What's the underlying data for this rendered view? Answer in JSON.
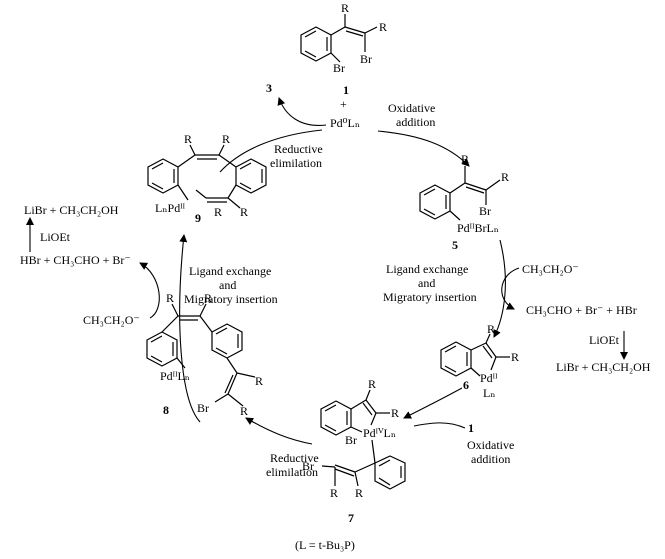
{
  "compounds": {
    "c1": {
      "number": "1",
      "r1": "R",
      "r2": "R",
      "br1": "Br",
      "br2": "Br"
    },
    "plus": "+",
    "pd0": "Pd⁰Lₙ",
    "c3": "3",
    "c5": {
      "number": "5",
      "r1": "R",
      "r2": "R",
      "br": "Br",
      "pd": "PdᴵᴵBrLₙ"
    },
    "c6": {
      "number": "6",
      "r1": "R",
      "r2": "R",
      "pd": "Pdᴵᴵ",
      "l": "Lₙ"
    },
    "c7": {
      "number": "7",
      "r1": "R",
      "r2": "R",
      "r3": "R",
      "r4": "R",
      "br1": "Br",
      "br2": "Br",
      "pd": "PdᴵⱽLₙ"
    },
    "c8": {
      "number": "8",
      "r1": "R",
      "r2": "R",
      "r3": "R",
      "r4": "R",
      "br": "Br",
      "pd": "PdᴵᴵLₙ"
    },
    "c9": {
      "number": "9",
      "r1": "R",
      "r2": "R",
      "r3": "R",
      "r4": "R",
      "pd": "LₙPdᴵᴵ"
    },
    "c1b": "1"
  },
  "steps": {
    "oxidative1_l1": "Oxidative",
    "oxidative1_l2": "addition",
    "reductive1_l1": "Reductive",
    "reductive1_l2": "elimilation",
    "ligand1_l1": "Ligand exchange",
    "ligand1_l2": "and",
    "ligand1_l3": "Migratory insertion",
    "ligand2_l1": "Ligand exchange",
    "ligand2_l2": "and",
    "ligand2_l3": "Migratory insertion",
    "oxidative2_l1": "Oxidative",
    "oxidative2_l2": "addition",
    "reductive2_l1": "Reductive",
    "reductive2_l2": "elimilation"
  },
  "side": {
    "ethoxide_right": "CH₃CH₂O⁻",
    "products_right": "CH₃CHO + Br⁻ + HBr",
    "lioet_right": "LiOEt",
    "libr_right": "LiBr + CH₃CH₂OH",
    "ethoxide_left": "CH₃CH₂O⁻",
    "products_left": "HBr + CH₃CHO + Br⁻",
    "lioet_left": "LiOEt",
    "libr_left": "LiBr + CH₃CH₂OH"
  },
  "footnote": "(L = t-Bu₃P)"
}
